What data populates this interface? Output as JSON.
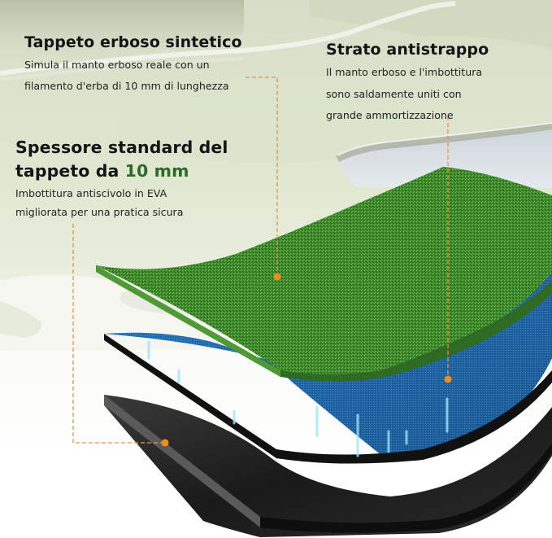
{
  "infographic": {
    "callouts": [
      {
        "id": "turf",
        "title": "Tappeto erboso sintetico",
        "description_lines": [
          "Simula il manto erboso reale con un",
          "filamento d'erba di 10 mm di lunghezza"
        ],
        "points_to": "grass-layer"
      },
      {
        "id": "anti-tear",
        "title": "Strato antistrappo",
        "description_lines": [
          "Il manto erboso e l'imbottitura",
          "sono saldamente uniti con",
          "grande ammortizzazione"
        ],
        "points_to": "eva-foam-layer"
      },
      {
        "id": "thickness",
        "title_line1": "Spessore standard del",
        "title_line2_prefix": "tappeto da ",
        "title_line2_highlight": "10 mm",
        "description_lines": [
          "Imbottitura antiscivolo in EVA",
          "migliorata per una pratica sicura"
        ],
        "points_to": "rubber-base-layer"
      }
    ],
    "layers": [
      {
        "name": "grass-layer",
        "color": "#3f8f2e"
      },
      {
        "name": "eva-foam-layer",
        "color": "#1f6fb0"
      },
      {
        "name": "rubber-base-layer",
        "color": "#1c1c1c"
      }
    ],
    "colors": {
      "title_text": "#141414",
      "highlight_green": "#2d6a2a",
      "callout_line": "#e9963a",
      "callout_dot": "#f28c1c",
      "background_tint": "#e4ead6"
    }
  }
}
